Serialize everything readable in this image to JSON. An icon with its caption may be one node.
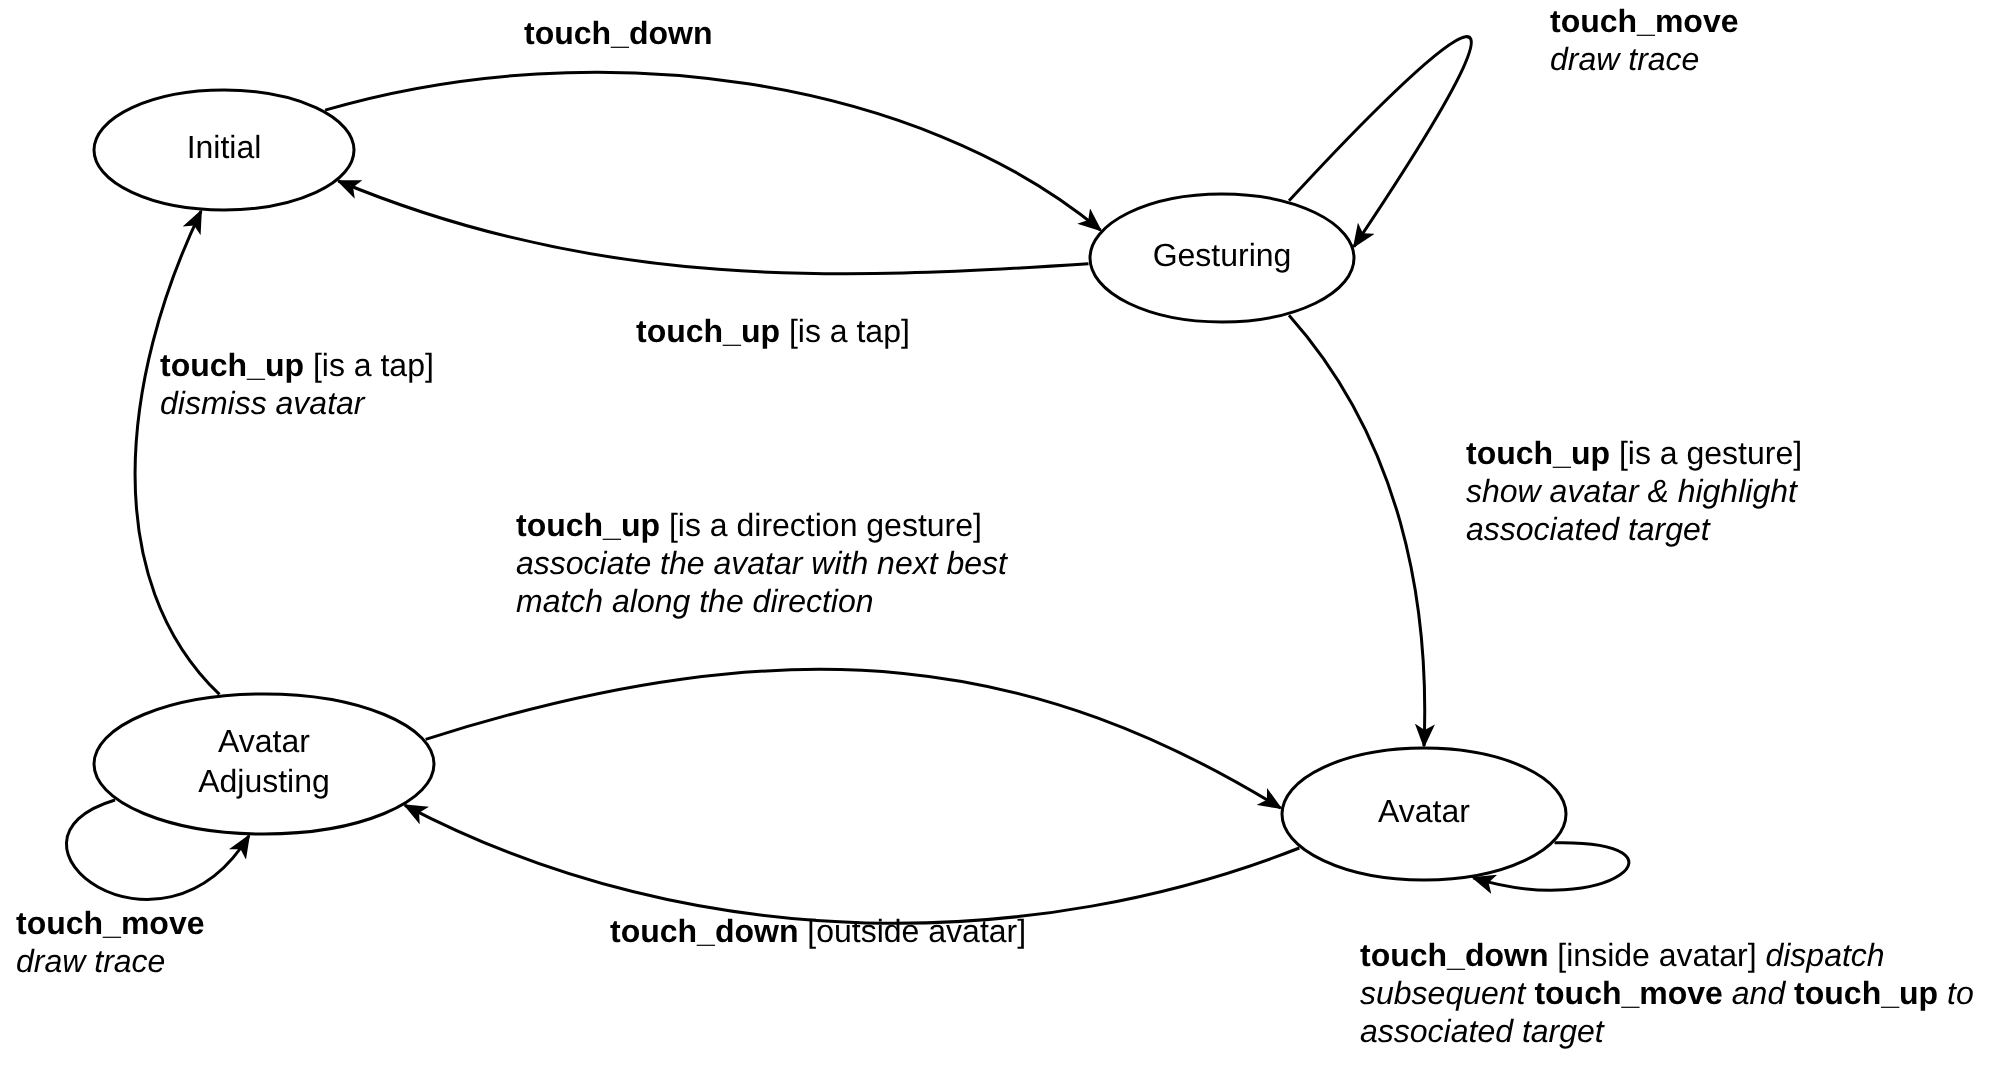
{
  "diagram": {
    "nodes": [
      {
        "text": [
          "Initial"
        ]
      },
      {
        "text": [
          "Gesturing"
        ]
      },
      {
        "text": [
          "Avatar Adjusting"
        ]
      },
      {
        "text": [
          "Avatar"
        ]
      }
    ],
    "edges": [
      {
        "from": 0,
        "to": 1,
        "arrow": "to",
        "label": "**touch_down**"
      },
      {
        "from": 1,
        "to": 0,
        "arrow": "to",
        "label": "**touch_up** [is a tap]"
      },
      {
        "from": 1,
        "to": 1,
        "arrow": "to",
        "label": "**touch_move** *draw trace*"
      },
      {
        "from": 1,
        "to": 3,
        "arrow": "to",
        "label": "**touch_up** [is a gesture] *show avatar & highlight associated target*"
      },
      {
        "from": 2,
        "to": 0,
        "arrow": "to",
        "label": "**touch_up** [is a tap] *dismiss avatar*"
      },
      {
        "from": 2,
        "to": 3,
        "arrow": "to",
        "label": "**touch_up** [is a direction gesture] *associate the avatar with next best match along the direction*"
      },
      {
        "from": 3,
        "to": 2,
        "arrow": "to",
        "label": "**touch_down** [outside avatar]"
      },
      {
        "from": 2,
        "to": 2,
        "arrow": "to",
        "label": "**touch_move** *draw trace*"
      },
      {
        "from": 3,
        "to": 3,
        "arrow": "to",
        "label": "**touch_down** [inside avatar] *dispatch subsequent* **touch_move** *and* **touch_up** *to associated target*"
      }
    ]
  }
}
